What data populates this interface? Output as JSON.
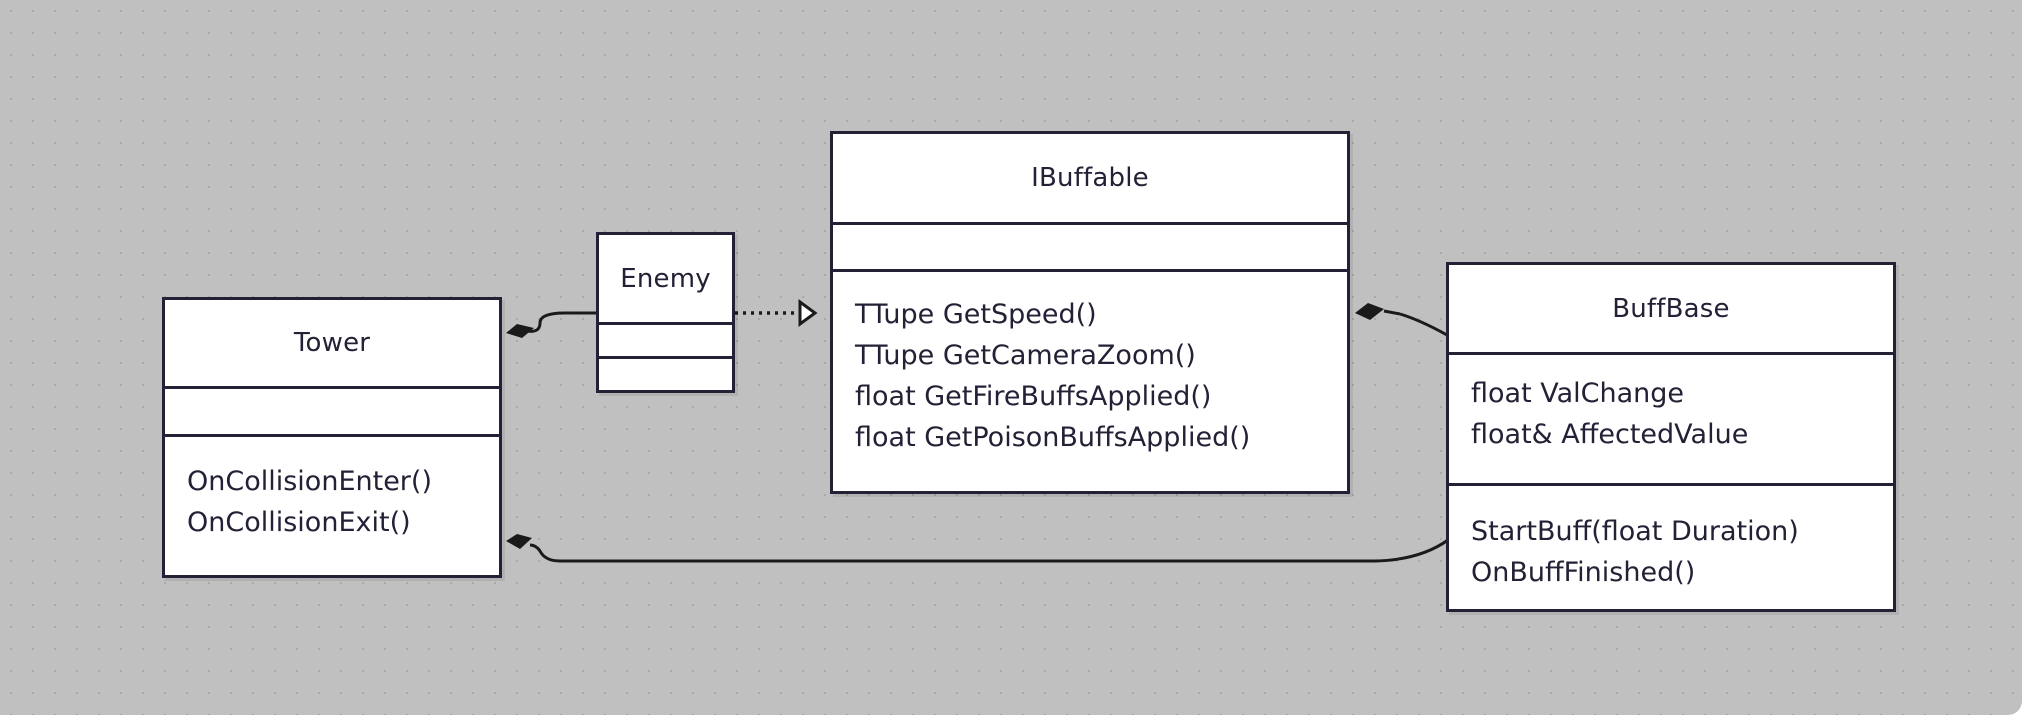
{
  "diagram": {
    "classes": {
      "tower": {
        "name": "Tower",
        "attributes": [],
        "methods": [
          "OnCollisionEnter()",
          "OnCollisionExit()"
        ]
      },
      "enemy": {
        "name": "Enemy",
        "attributes": [],
        "methods": []
      },
      "ibuffable": {
        "name": "IBuffable",
        "attributes": [],
        "methods": [
          "TTupe GetSpeed()",
          "TTupe GetCameraZoom()",
          "float GetFireBuffsApplied()",
          "float GetPoisonBuffsApplied()"
        ]
      },
      "buffbase": {
        "name": "BuffBase",
        "attributes": [
          "float ValChange",
          "float& AffectedValue"
        ],
        "methods": [
          "StartBuff(float Duration)",
          "OnBuffFinished()"
        ]
      }
    },
    "relations": [
      {
        "from": "Enemy",
        "to": "Tower",
        "kind": "composition"
      },
      {
        "from": "Enemy",
        "to": "IBuffable",
        "kind": "realization"
      },
      {
        "from": "BuffBase",
        "to": "IBuffable",
        "kind": "composition"
      },
      {
        "from": "BuffBase",
        "to": "Tower",
        "kind": "composition"
      }
    ],
    "colors": {
      "canvas": "#c0c0c0",
      "stroke": "#232135",
      "box_fill": "#ffffff"
    }
  }
}
